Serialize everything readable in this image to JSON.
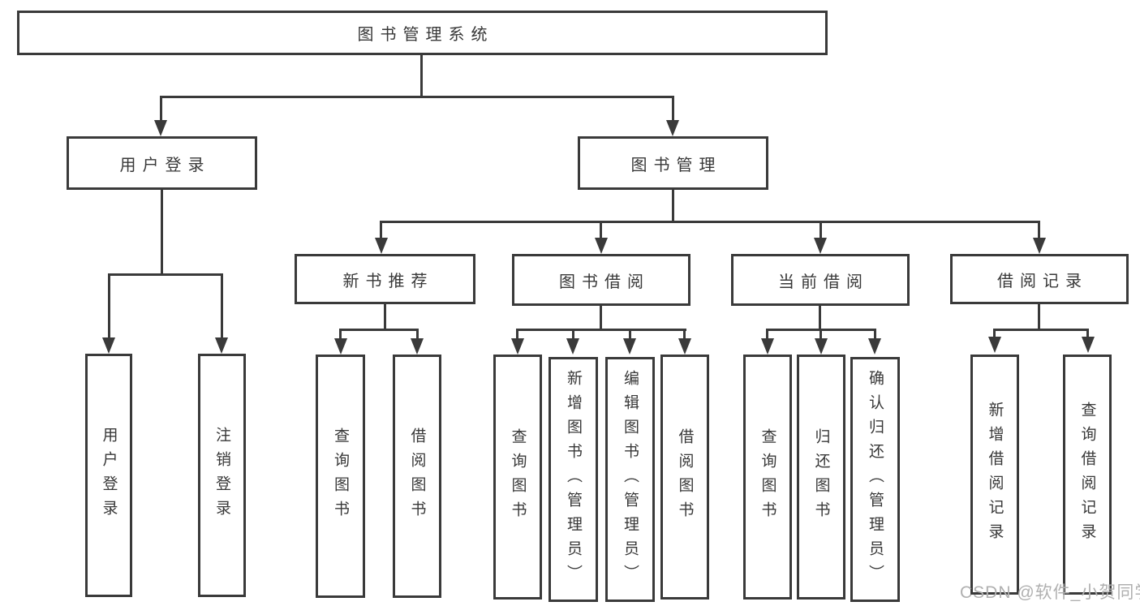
{
  "diagram": {
    "tree": {
      "label": "图书管理系统",
      "children": [
        {
          "label": "用户登录",
          "children": [
            {
              "label": "用户登录"
            },
            {
              "label": "注销登录"
            }
          ]
        },
        {
          "label": "图书管理",
          "children": [
            {
              "label": "新书推荐",
              "children": [
                {
                  "label": "查询图书"
                },
                {
                  "label": "借阅图书"
                }
              ]
            },
            {
              "label": "图书借阅",
              "children": [
                {
                  "label": "查询图书"
                },
                {
                  "label": "新增图书（管理员）"
                },
                {
                  "label": "编辑图书（管理员）"
                },
                {
                  "label": "借阅图书"
                }
              ]
            },
            {
              "label": "当前借阅",
              "children": [
                {
                  "label": "查询图书"
                },
                {
                  "label": "归还图书"
                },
                {
                  "label": "确认归还（管理员）"
                }
              ]
            },
            {
              "label": "借阅记录",
              "children": [
                {
                  "label": "新增借阅记录"
                },
                {
                  "label": "查询借阅记录"
                }
              ]
            }
          ]
        }
      ]
    },
    "colors": {
      "line": "#3a3a3a",
      "text": "#383838",
      "background": "#ffffff",
      "watermark": "#b0b0b0"
    }
  },
  "watermark": {
    "text": "CSDN @软件_小贺同学"
  }
}
